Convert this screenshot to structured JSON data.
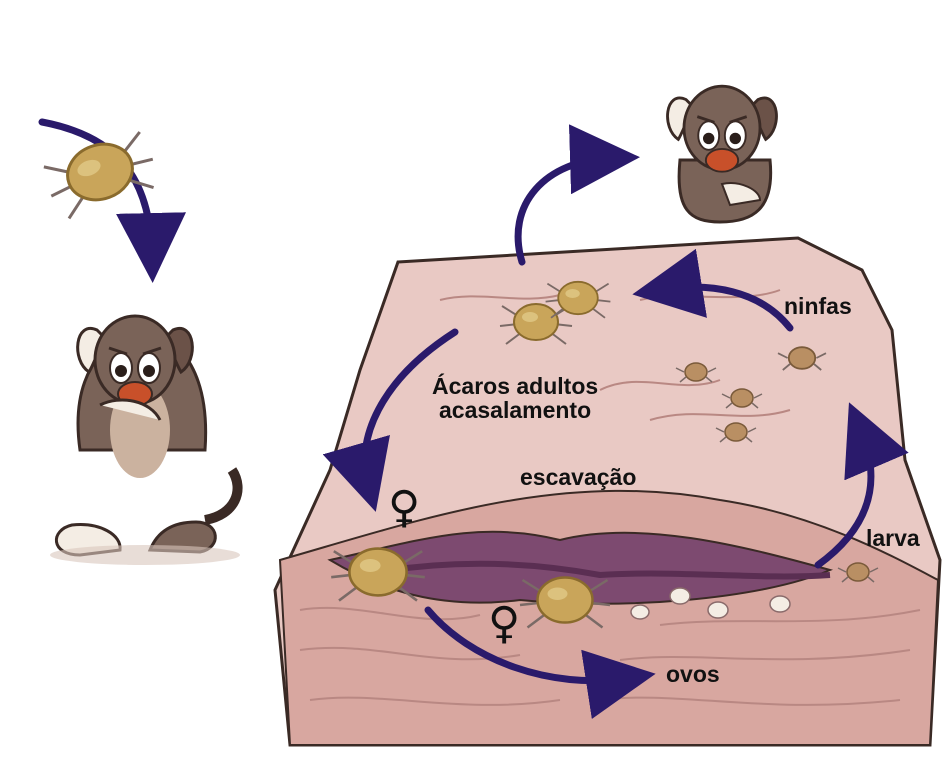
{
  "labels": {
    "adults_line1": "Ácaros adultos",
    "adults_line2": "acasalamento",
    "burrow": "escavação",
    "nymphs": "ninfas",
    "larva": "larva",
    "eggs": "ovos",
    "female_symbol": "♀"
  },
  "colors": {
    "arrow": "#2a1a6b",
    "skin": "#e9c9c4",
    "skin_dark": "#b98883",
    "burrow": "#7d4a70",
    "mite": "#c9a55a",
    "dog_fur": "#7a6358"
  }
}
